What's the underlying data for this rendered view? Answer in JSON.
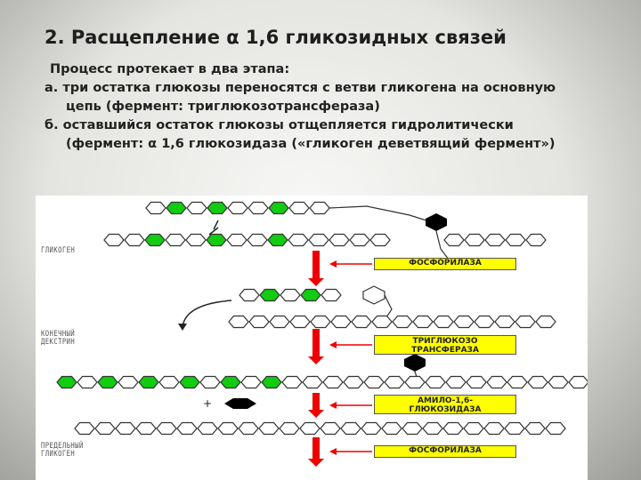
{
  "slide": {
    "title": "2. Расщепление α 1,6 гликозидных связей",
    "intro": "Процесс протекает в два этапа:",
    "step_a_line1": "а. три остатка глюкозы переносятся с ветви гликогена на основную",
    "step_a_line2": "цепь (фермент: триглюкозотрансфераза)",
    "step_b_line1": "б. оставшийся остаток глюкозы отщепляется гидролитически",
    "step_b_line2": "(фермент: α 1,6 глюкозидаза («гликоген деветвящий фермент»)"
  },
  "figure": {
    "labels": {
      "stage1": "ГЛИКОГЕН",
      "stage2_line1": "КОНЕЧНЫЙ",
      "stage2_line2": "ДЕКСТРИН",
      "stage3_line1": "ПРЕДЕЛЬНЫЙ",
      "stage3_line2": "ГЛИКОГЕН"
    },
    "enzymes": {
      "phosphorylase_1": "ФОСФОРИЛАЗА",
      "transferase_line1": "ТРИГЛЮКОЗО",
      "transferase_line2": "ТРАНСФЕРАЗА",
      "glucosidase_line1": "АМИЛО-1,6-",
      "glucosidase_line2": "ГЛЮКОЗИДАЗА",
      "phosphorylase_2": "ФОСФОРИЛАЗА"
    },
    "colors": {
      "hexagon_fill": "#11cc11",
      "arrow": "#ee0000",
      "enzyme_box": "#ffff00",
      "released_glucose": "#000000"
    }
  }
}
